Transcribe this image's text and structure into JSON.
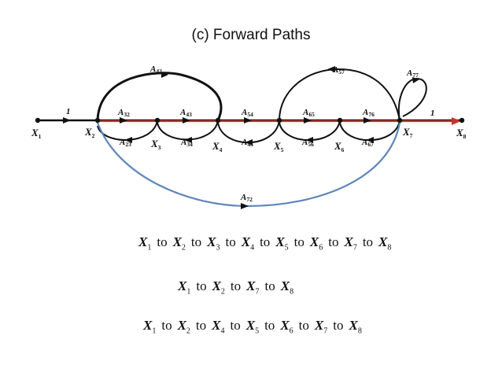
{
  "title": "(c) Forward Paths",
  "colors": {
    "forward": "#c0392b",
    "feedback_72": "#5f86b8",
    "ink": "#111111"
  },
  "graph": {
    "nodes": [
      {
        "id": "X1",
        "letter": "X",
        "sub": "1"
      },
      {
        "id": "X2",
        "letter": "X",
        "sub": "2"
      },
      {
        "id": "X3",
        "letter": "X",
        "sub": "3"
      },
      {
        "id": "X4",
        "letter": "X",
        "sub": "4"
      },
      {
        "id": "X5",
        "letter": "X",
        "sub": "5"
      },
      {
        "id": "X6",
        "letter": "X",
        "sub": "6"
      },
      {
        "id": "X7",
        "letter": "X",
        "sub": "7"
      },
      {
        "id": "X8",
        "letter": "X",
        "sub": "8"
      }
    ],
    "branches": [
      {
        "id": "1a",
        "letter": "1",
        "sub": "",
        "from": "X1",
        "to": "X2"
      },
      {
        "id": "A32",
        "letter": "A",
        "sub": "32",
        "from": "X2",
        "to": "X3"
      },
      {
        "id": "A43",
        "letter": "A",
        "sub": "43",
        "from": "X3",
        "to": "X4"
      },
      {
        "id": "A54",
        "letter": "A",
        "sub": "54",
        "from": "X4",
        "to": "X5"
      },
      {
        "id": "A65",
        "letter": "A",
        "sub": "65",
        "from": "X5",
        "to": "X6"
      },
      {
        "id": "A76",
        "letter": "A",
        "sub": "76",
        "from": "X6",
        "to": "X7"
      },
      {
        "id": "1b",
        "letter": "1",
        "sub": "",
        "from": "X7",
        "to": "X8"
      },
      {
        "id": "A23",
        "letter": "A",
        "sub": "23",
        "from": "X3",
        "to": "X2"
      },
      {
        "id": "A34",
        "letter": "A",
        "sub": "34",
        "from": "X4",
        "to": "X3"
      },
      {
        "id": "A45",
        "letter": "A",
        "sub": "45",
        "from": "X5",
        "to": "X4"
      },
      {
        "id": "A56",
        "letter": "A",
        "sub": "56",
        "from": "X6",
        "to": "X5"
      },
      {
        "id": "A67",
        "letter": "A",
        "sub": "67",
        "from": "X7",
        "to": "X6"
      },
      {
        "id": "A42",
        "letter": "A",
        "sub": "42",
        "from": "X2",
        "to": "X4"
      },
      {
        "id": "A57",
        "letter": "A",
        "sub": "57",
        "from": "X7",
        "to": "X5"
      },
      {
        "id": "A77",
        "letter": "A",
        "sub": "77",
        "from": "X7",
        "to": "X7"
      },
      {
        "id": "A72",
        "letter": "A",
        "sub": "72",
        "from": "X2",
        "to": "X7"
      }
    ]
  },
  "paths": [
    {
      "nodes": [
        {
          "l": "X",
          "s": "1"
        },
        {
          "l": "X",
          "s": "2"
        },
        {
          "l": "X",
          "s": "3"
        },
        {
          "l": "X",
          "s": "4"
        },
        {
          "l": "X",
          "s": "5"
        },
        {
          "l": "X",
          "s": "6"
        },
        {
          "l": "X",
          "s": "7"
        },
        {
          "l": "X",
          "s": "8"
        }
      ]
    },
    {
      "nodes": [
        {
          "l": "X",
          "s": "1"
        },
        {
          "l": "X",
          "s": "2"
        },
        {
          "l": "X",
          "s": "7"
        },
        {
          "l": "X",
          "s": "8"
        }
      ]
    },
    {
      "nodes": [
        {
          "l": "X",
          "s": "1"
        },
        {
          "l": "X",
          "s": "2"
        },
        {
          "l": "X",
          "s": "4"
        },
        {
          "l": "X",
          "s": "5"
        },
        {
          "l": "X",
          "s": "6"
        },
        {
          "l": "X",
          "s": "7"
        },
        {
          "l": "X",
          "s": "8"
        }
      ]
    }
  ],
  "connector": "to"
}
